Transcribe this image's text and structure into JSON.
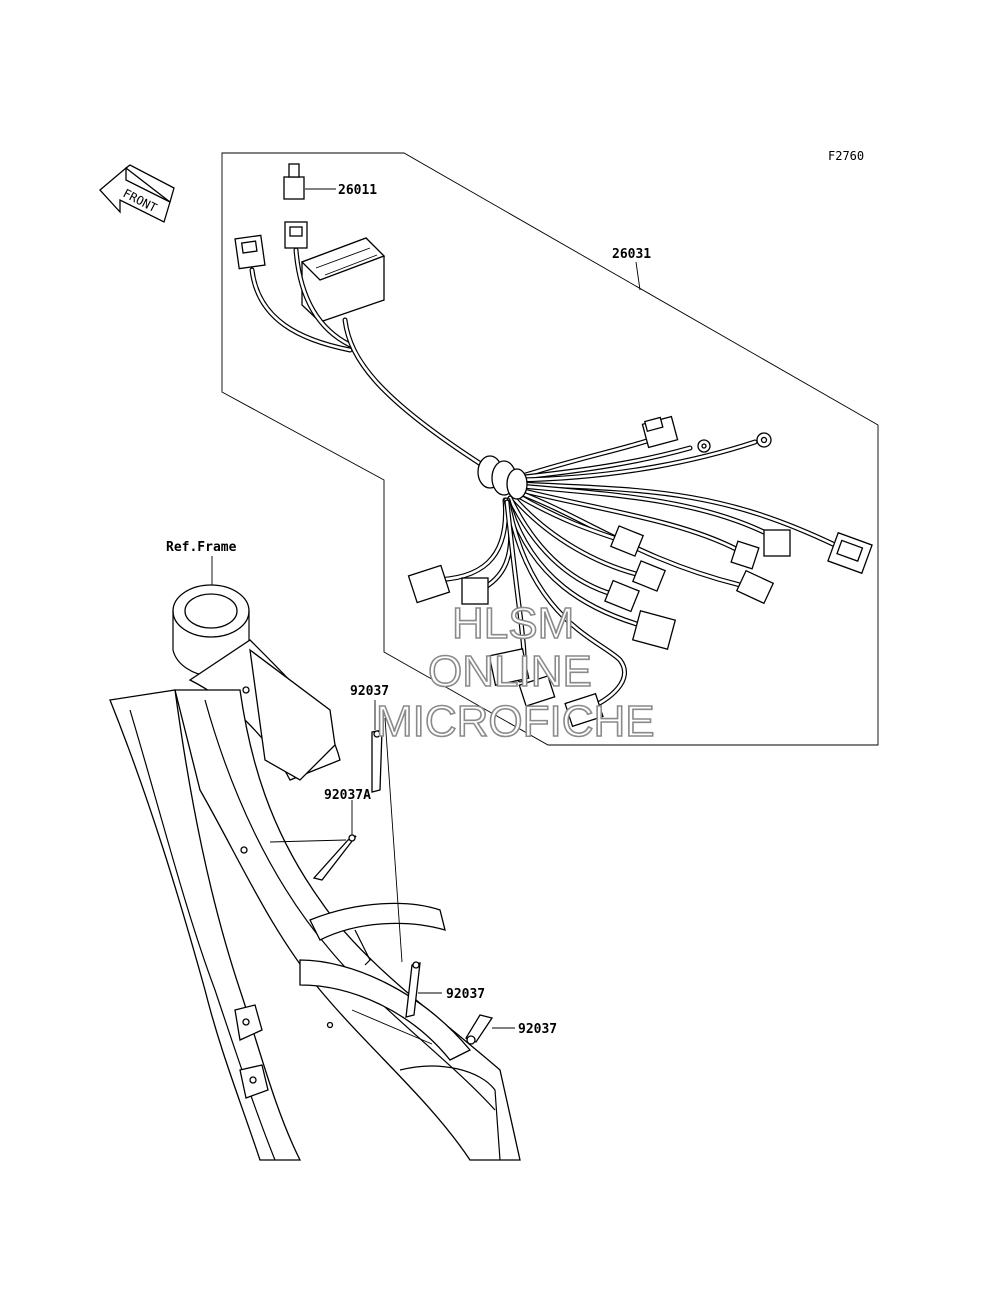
{
  "figure_code": "F2760",
  "direction_label": "FRONT",
  "frame_label": "Ref.Frame",
  "parts": [
    {
      "number": "26011"
    },
    {
      "number": "26031"
    },
    {
      "number": "92037"
    },
    {
      "number": "92037A"
    },
    {
      "number": "92037"
    },
    {
      "number": "92037"
    }
  ],
  "watermark": {
    "line1": "HLSM",
    "line2": "ONLINE",
    "line3": "MICROFICHE"
  }
}
